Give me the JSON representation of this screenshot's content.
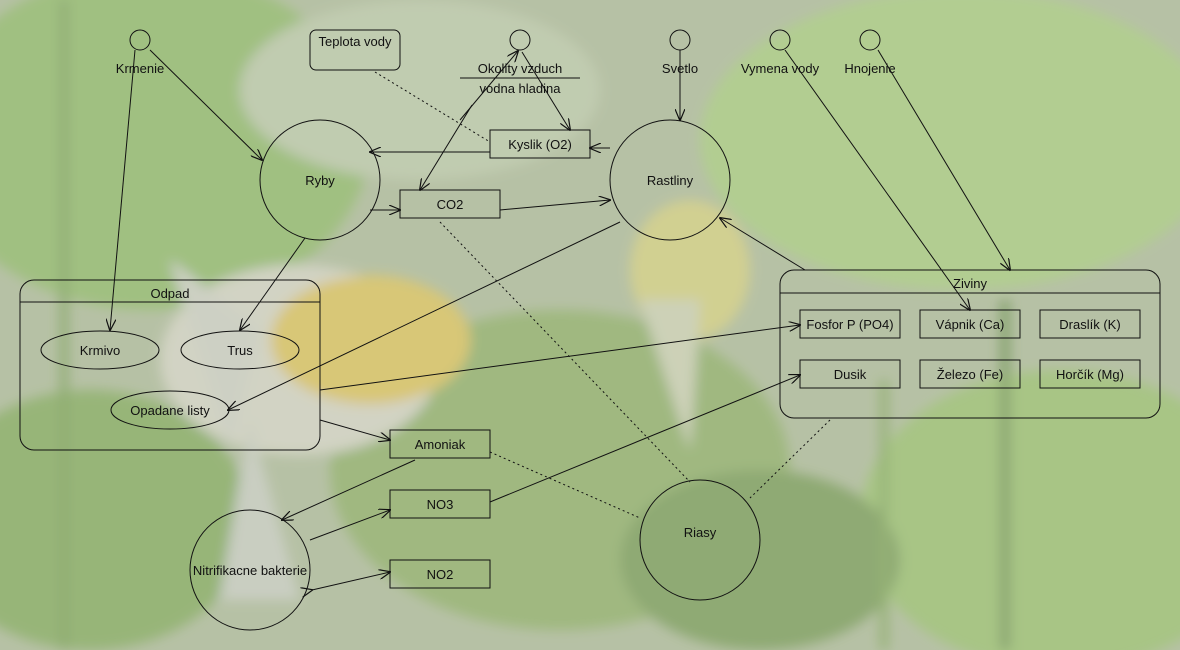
{
  "background": {
    "description_icon": "aquarium-photo-background",
    "colors": {
      "overlay": "#c9d1c0",
      "plant_light": "#8fce5a",
      "plant_dark": "#3f6b2a",
      "fish_yellow": "#e7c238",
      "fish_silver": "#d5d5cf"
    }
  },
  "inputs": {
    "krmenie": "Krmenie",
    "teplota": "Teplota vody",
    "okolity_line1": "Okolity vzduch",
    "okolity_line2": "vodna hladina",
    "svetlo": "Svetlo",
    "vymena": "Vymena vody",
    "hnojenie": "Hnojenie"
  },
  "nodes": {
    "ryby": "Ryby",
    "rastliny": "Rastliny",
    "kyslik": "Kyslik (O2)",
    "co2": "CO2",
    "amoniak": "Amoniak",
    "no3": "NO3",
    "no2": "NO2",
    "nitrifikacne": "Nitrifikacne bakterie",
    "riasy": "Riasy"
  },
  "odpad": {
    "title": "Odpad",
    "krmivo": "Krmivo",
    "trus": "Trus",
    "opadane_listy": "Opadane listy"
  },
  "ziviny": {
    "title": "Ziviny",
    "items": [
      "Fosfor P (PO4)",
      "Vápnik (Ca)",
      "Draslík (K)",
      "Dusik",
      "Železo (Fe)",
      "Horčík (Mg)"
    ]
  }
}
